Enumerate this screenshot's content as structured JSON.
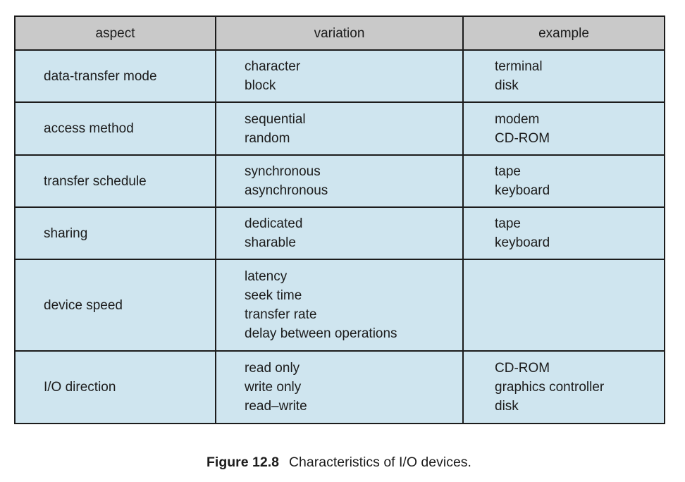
{
  "table": {
    "headers": [
      "aspect",
      "variation",
      "example"
    ],
    "rows": [
      {
        "aspect": "data-transfer mode",
        "variation": [
          "character",
          "block"
        ],
        "example": [
          "terminal",
          "disk"
        ]
      },
      {
        "aspect": "access method",
        "variation": [
          "sequential",
          "random"
        ],
        "example": [
          "modem",
          "CD-ROM"
        ]
      },
      {
        "aspect": "transfer schedule",
        "variation": [
          "synchronous",
          "asynchronous"
        ],
        "example": [
          "tape",
          "keyboard"
        ]
      },
      {
        "aspect": "sharing",
        "variation": [
          "dedicated",
          "sharable"
        ],
        "example": [
          "tape",
          "keyboard"
        ]
      },
      {
        "aspect": "device speed",
        "variation": [
          "latency",
          "seek time",
          "transfer rate",
          "delay between operations"
        ],
        "example": []
      },
      {
        "aspect": "I/O direction",
        "variation": [
          "read only",
          "write only",
          "read–write"
        ],
        "example": [
          "CD-ROM",
          "graphics controller",
          "disk"
        ]
      }
    ]
  },
  "caption": {
    "label": "Figure 12.8",
    "text": "Characteristics of I/O devices."
  },
  "colors": {
    "header_bg": "#c9c9c9",
    "cell_bg": "#cfe5ef",
    "border": "#1c1c1c",
    "text": "#1c1c1c",
    "page_bg": "#ffffff"
  }
}
